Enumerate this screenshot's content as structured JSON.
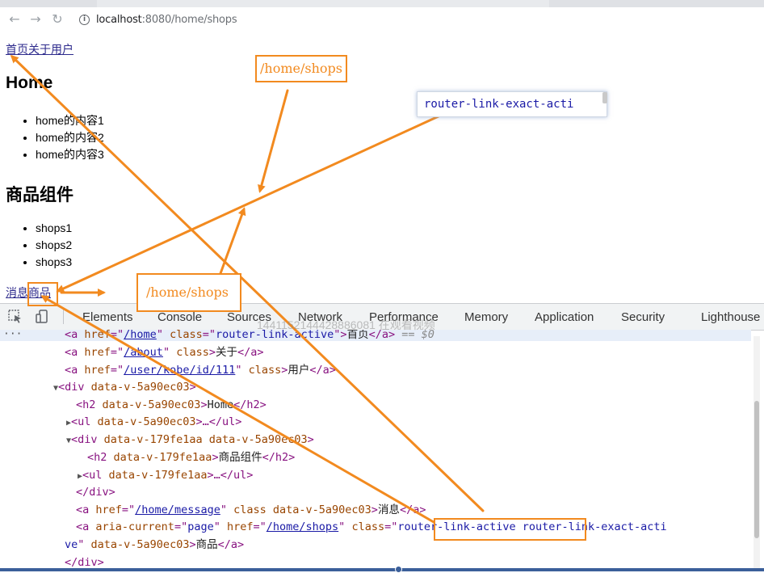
{
  "browser": {
    "url_host": "localhost",
    "url_rest": ":8080/home/shops",
    "back_icon": "back-arrow-icon",
    "forward_icon": "forward-arrow-icon",
    "reload_icon": "reload-icon"
  },
  "page": {
    "top_links": [
      "首页",
      "关于",
      "用户"
    ],
    "home_title": "Home",
    "home_items": [
      "home的内容1",
      "home的内容2",
      "home的内容3"
    ],
    "shops_title": "商品组件",
    "shops_items": [
      "shops1",
      "shops2",
      "shops3"
    ],
    "bottom_links": [
      "消息",
      "商品"
    ]
  },
  "devtools": {
    "tabs": [
      "Elements",
      "Console",
      "Sources",
      "Network",
      "Performance",
      "Memory",
      "Application",
      "Security",
      "Lighthouse"
    ],
    "ellipsis": "···",
    "lines": {
      "l0_a": "<a ",
      "l0_attr1": "href",
      "l0_eq1": "=\"",
      "l0_val1": "/home",
      "l0_q1": "\" ",
      "l0_attr2": "class",
      "l0_eq2": "=\"",
      "l0_val2": "router-link-active",
      "l0_q2": "\">",
      "l0_text": "首页",
      "l0_close": "</a>",
      "l0_eqeq": " == ",
      "l0_dollar": "$0",
      "l1_val": "/about",
      "l1_text": "关于",
      "l2_val": "/user/kobe/id/111",
      "l2_text": "用户",
      "l3": "data-v-5a90ec03",
      "l4_text": "Home",
      "l5_attr": "data-v-5a90ec03",
      "l6_attr": "data-v-179fe1aa data-v-5a90ec03",
      "l7_attr": "data-v-179fe1aa",
      "l7_text": "商品组件",
      "l8_attr": "data-v-179fe1aa",
      "l10_val": "/home/message",
      "l10_attr2": "class data-v-5a90ec03",
      "l10_text": "消息",
      "l11_aria": "page",
      "l11_val": "/home/shops",
      "l11_class": "router-link-active router-link-exact-acti",
      "l12_cont": "ve",
      "l12_attr": "data-v-5a90ec03",
      "l12_text": "商品"
    }
  },
  "annotations": {
    "callout_top": "/home/shops",
    "callout_bottom": "/home/shops",
    "tooltip": "router-link-exact-acti",
    "watermark": "1441152144428886081 在观看视频",
    "color": "#f28a1f"
  }
}
